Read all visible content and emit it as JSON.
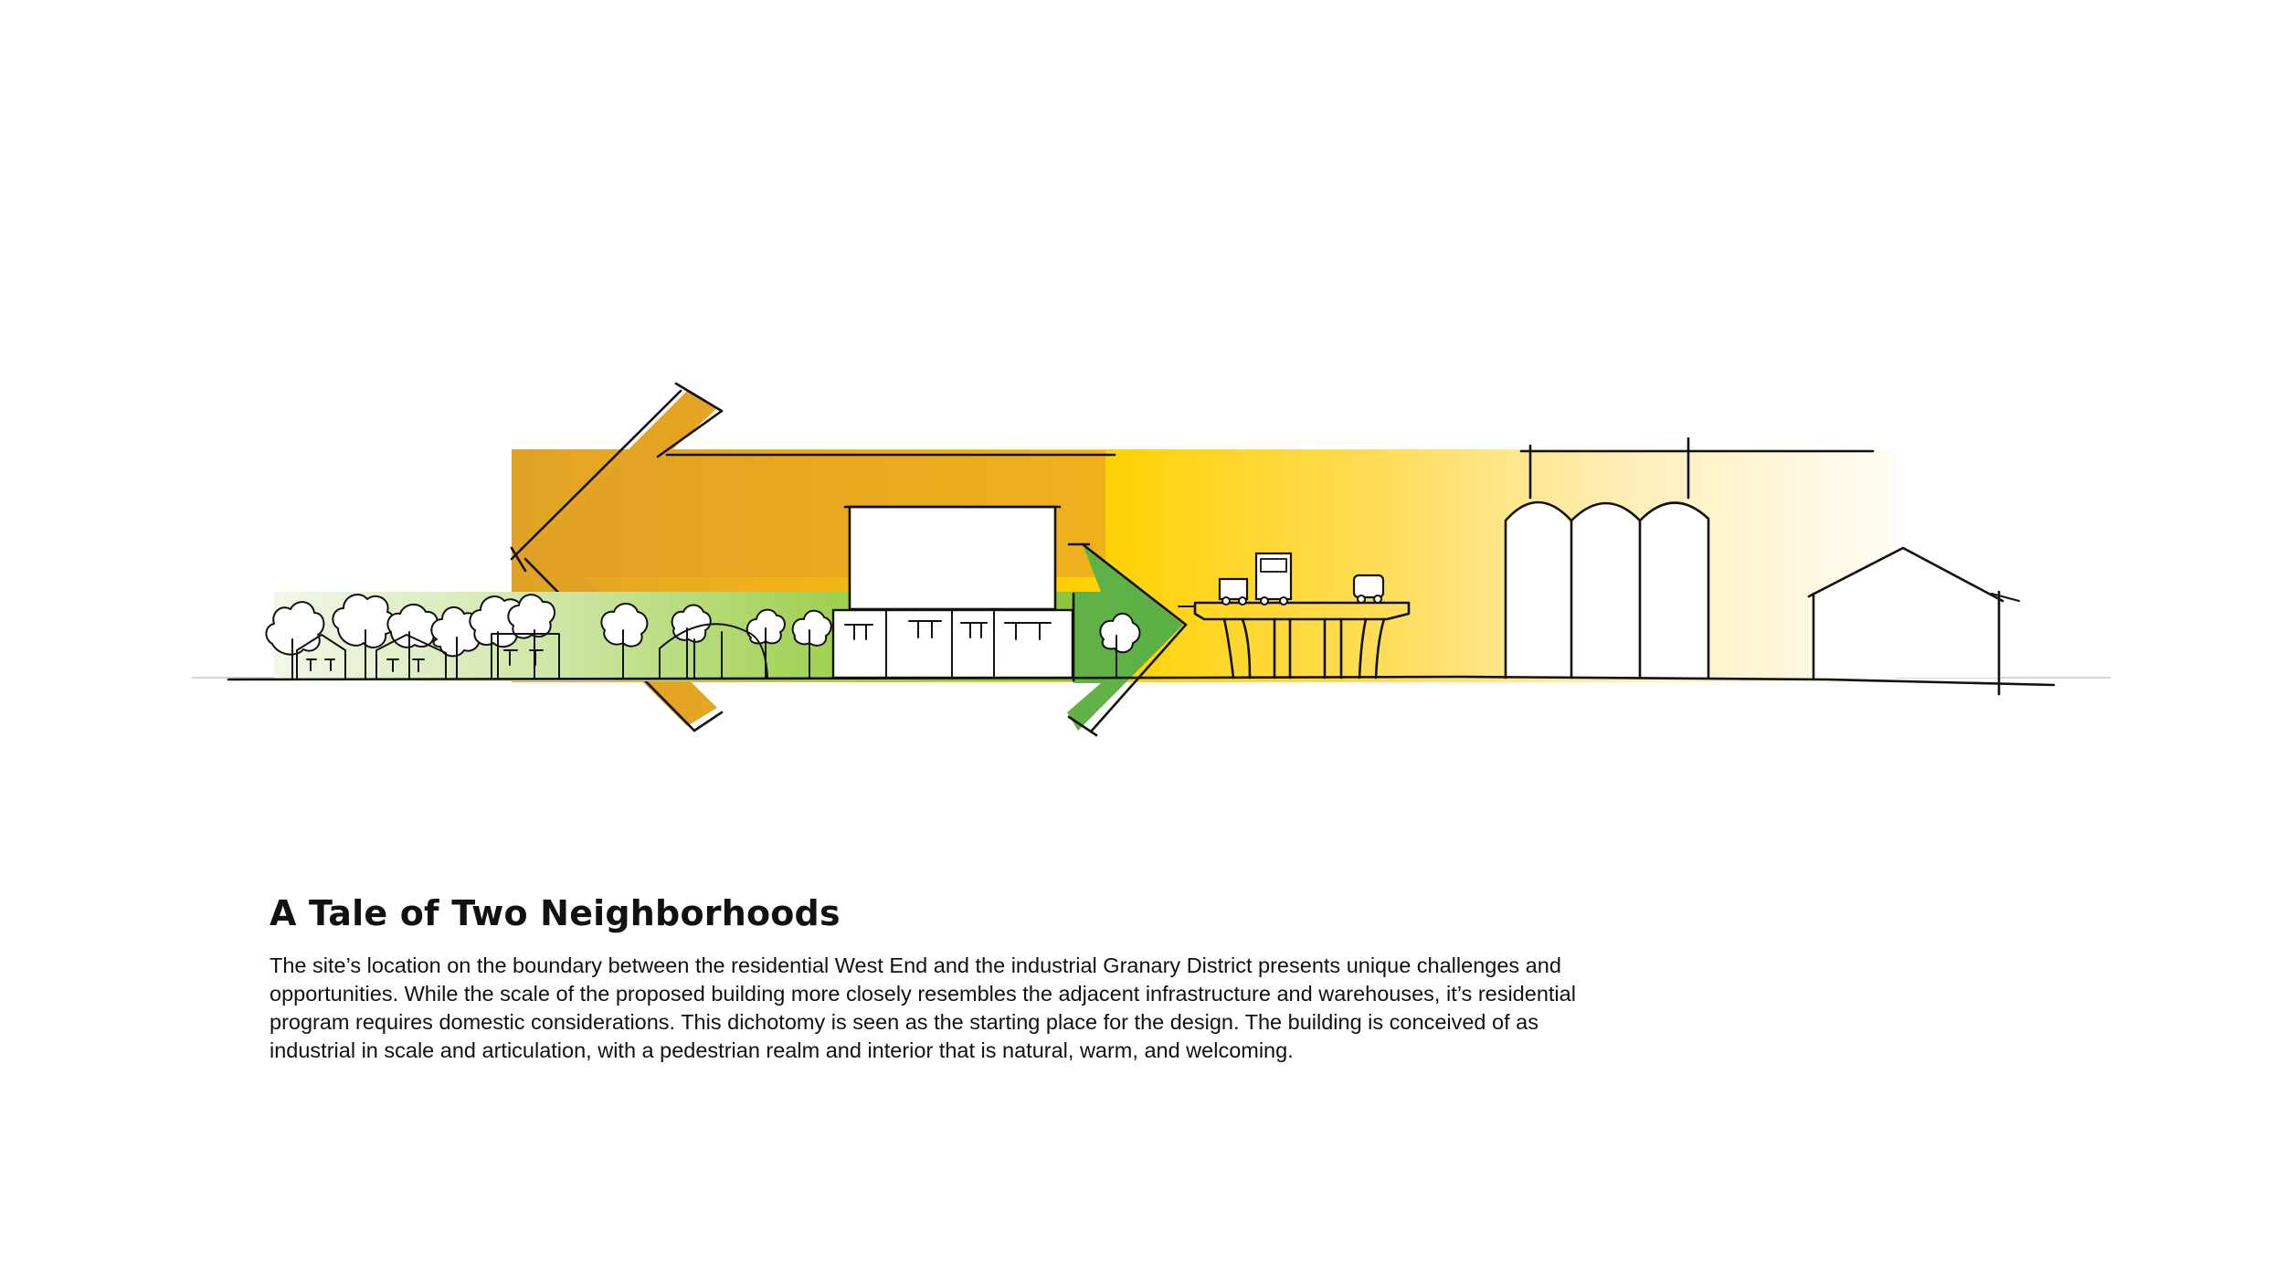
{
  "diagram": {
    "colors": {
      "residential_green_light": "#eef6df",
      "residential_green": "#8dc63f",
      "residential_green_dark": "#5cb046",
      "industrial_orange": "#e3a325",
      "industrial_yellow": "#ffd400",
      "industrial_fade": "#fffdf6",
      "ink": "#111111"
    },
    "elements": [
      "trees",
      "houses",
      "proposed-building",
      "west-arrow",
      "east-arrow",
      "highway-overpass",
      "trucks",
      "grain-silos",
      "warehouse",
      "ground-line"
    ]
  },
  "caption": {
    "title": "A Tale of Two Neighborhoods",
    "body": "The site’s location on the boundary between the residential West End and the industrial Granary District presents unique challenges and\nopportunities. While the scale of the proposed building more closely resembles the adjacent infrastructure and warehouses, it’s residential\nprogram requires domestic considerations.  This dichotomy is seen as the starting place for the design.  The building is conceived of as\nindustrial in scale and articulation, with a pedestrian realm and interior that is natural, warm, and welcoming."
  }
}
